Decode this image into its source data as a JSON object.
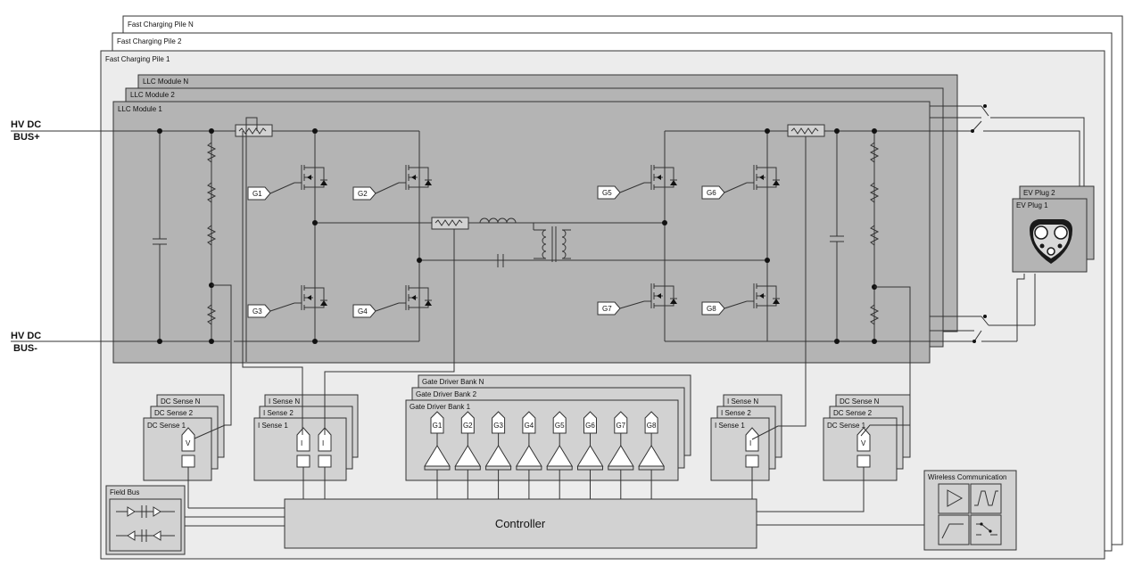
{
  "piles": [
    "Fast Charging Pile N",
    "Fast Charging Pile 2",
    "Fast Charging Pile 1"
  ],
  "llc_modules": [
    "LLC Module N",
    "LLC Module 2",
    "LLC Module 1"
  ],
  "bus": {
    "pos_line1": "HV DC",
    "pos_line2": "BUS+",
    "neg_line1": "HV DC",
    "neg_line2": "BUS-"
  },
  "gates": [
    "G1",
    "G2",
    "G3",
    "G4",
    "G5",
    "G6",
    "G7",
    "G8"
  ],
  "ev_plugs": [
    "EV Plug 2",
    "EV Plug 1"
  ],
  "dc_sense_left": [
    "DC Sense N",
    "DC Sense 2",
    "DC Sense 1"
  ],
  "i_sense_left": [
    "I Sense N",
    "I Sense 2",
    "I Sense 1"
  ],
  "gate_driver_banks": [
    "Gate Driver Bank N",
    "Gate Driver Bank 2",
    "Gate Driver Bank 1"
  ],
  "i_sense_right": [
    "I Sense N",
    "I Sense 2",
    "I Sense 1"
  ],
  "dc_sense_right": [
    "DC Sense N",
    "DC Sense 2",
    "DC Sense 1"
  ],
  "sense_symbols": {
    "voltage": "V",
    "current": "I"
  },
  "field_bus": "Field Bus",
  "controller": "Controller",
  "wireless": "Wireless Communication",
  "colors": {
    "pile_bg": "#ffffff",
    "panel_bg": "#ececec",
    "module_bg": "#b4b4b4",
    "block_bg": "#d2d2d2",
    "line": "#333333"
  }
}
